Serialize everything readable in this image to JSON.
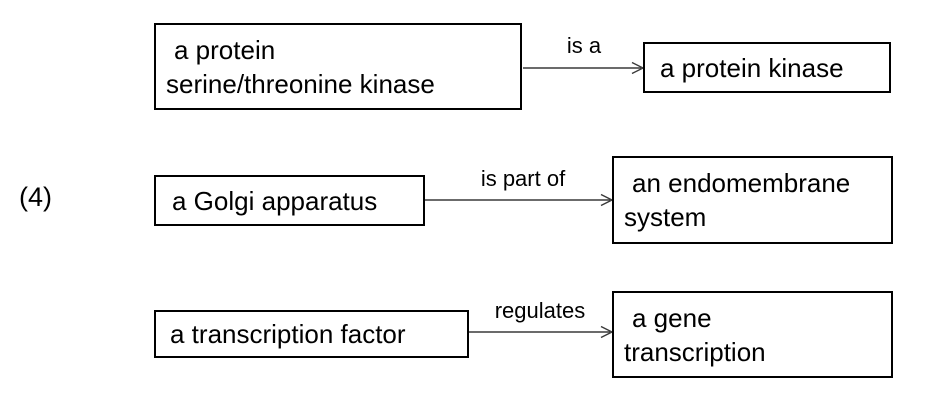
{
  "figure_label": "(4)",
  "diagram": {
    "relations": [
      {
        "source_lines": [
          "a protein",
          "serine/threonine kinase"
        ],
        "relation": "is a",
        "target_lines": [
          "a protein kinase"
        ]
      },
      {
        "source_lines": [
          "a Golgi apparatus"
        ],
        "relation": "is part of",
        "target_lines": [
          "an endomembrane",
          "system"
        ]
      },
      {
        "source_lines": [
          "a transcription factor"
        ],
        "relation": "regulates",
        "target_lines": [
          "a gene",
          "transcription"
        ]
      }
    ]
  },
  "colors": {
    "background": "#ffffff",
    "box_border": "#000000",
    "text": "#000000",
    "arrow": "#3a3a3a"
  }
}
